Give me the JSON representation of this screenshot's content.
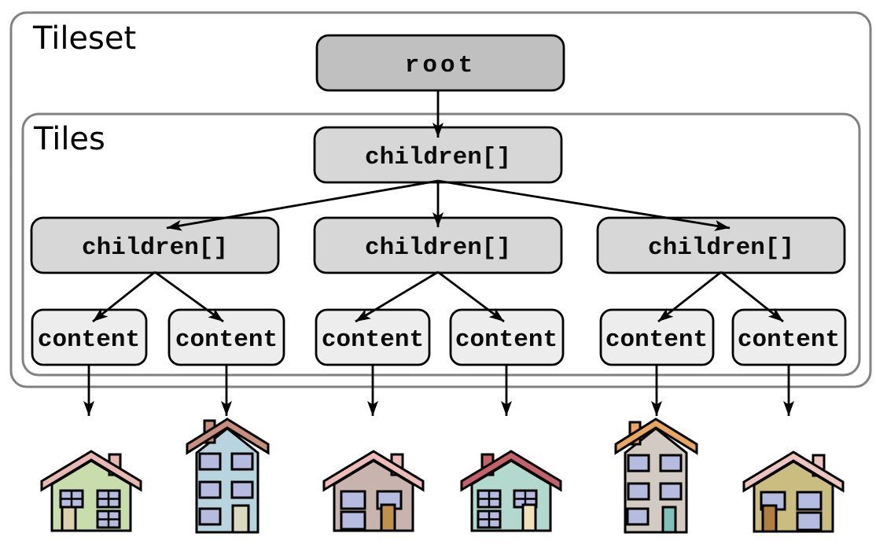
{
  "frames": {
    "outer_label": "Tileset",
    "inner_label": "Tiles"
  },
  "nodes": {
    "root": "root",
    "children_top": "children[]",
    "children": [
      "children[]",
      "children[]",
      "children[]"
    ],
    "content": [
      "content",
      "content",
      "content",
      "content",
      "content",
      "content"
    ]
  },
  "colors": {
    "background": "#ffffff",
    "frame_border": "#828282",
    "node_border": "#000000",
    "arrow": "#000000",
    "root_fill": "#c0c0c0",
    "children_fill": "#d7d7d7",
    "content_fill": "#ededed",
    "window": "#b6bce0"
  },
  "houses": [
    {
      "name": "house-1",
      "stories": 2,
      "window_style": "four-pane",
      "door_side": "left",
      "chimney_side": "right",
      "body": "#c9dcab",
      "roof": "#e7b9b2",
      "door": "#dcd0ad"
    },
    {
      "name": "house-2",
      "stories": 3,
      "window_style": "plain",
      "door_side": "right",
      "chimney_side": "left",
      "body": "#b7d4df",
      "roof": "#c98f7e",
      "door": "#d9dbc0"
    },
    {
      "name": "house-3",
      "stories": 2,
      "window_style": "plain",
      "door_side": "right",
      "chimney_side": "right",
      "body": "#c8b3ae",
      "roof": "#edbcb8",
      "door": "#c0914b"
    },
    {
      "name": "house-4",
      "stories": 2,
      "window_style": "four-pane",
      "door_side": "right",
      "chimney_side": "left",
      "body": "#b3d8ce",
      "roof": "#c4616b",
      "door": "#eee2b6"
    },
    {
      "name": "house-5",
      "stories": 3,
      "window_style": "plain",
      "door_side": "right",
      "chimney_side": "left",
      "body": "#d3cac3",
      "roof": "#eaa65f",
      "door": "#7fc0ba"
    },
    {
      "name": "house-6",
      "stories": 2,
      "window_style": "plain",
      "door_side": "left",
      "chimney_side": "right",
      "body": "#cabd7f",
      "roof": "#eec4c0",
      "door": "#b07e3e"
    }
  ]
}
